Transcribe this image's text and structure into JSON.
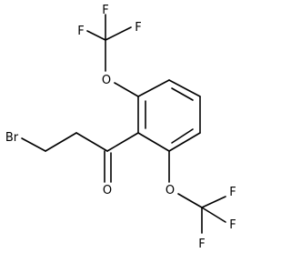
{
  "molecule": {
    "atoms": {
      "f_top_left": "F",
      "f_top_mid": "F",
      "f_top_right": "F",
      "o_upper": "O",
      "br": "Br",
      "o_carbonyl": "O",
      "o_lower": "O",
      "f_lower_right": "F",
      "f_lower_mid": "F",
      "f_lower_bottom": "F"
    }
  }
}
